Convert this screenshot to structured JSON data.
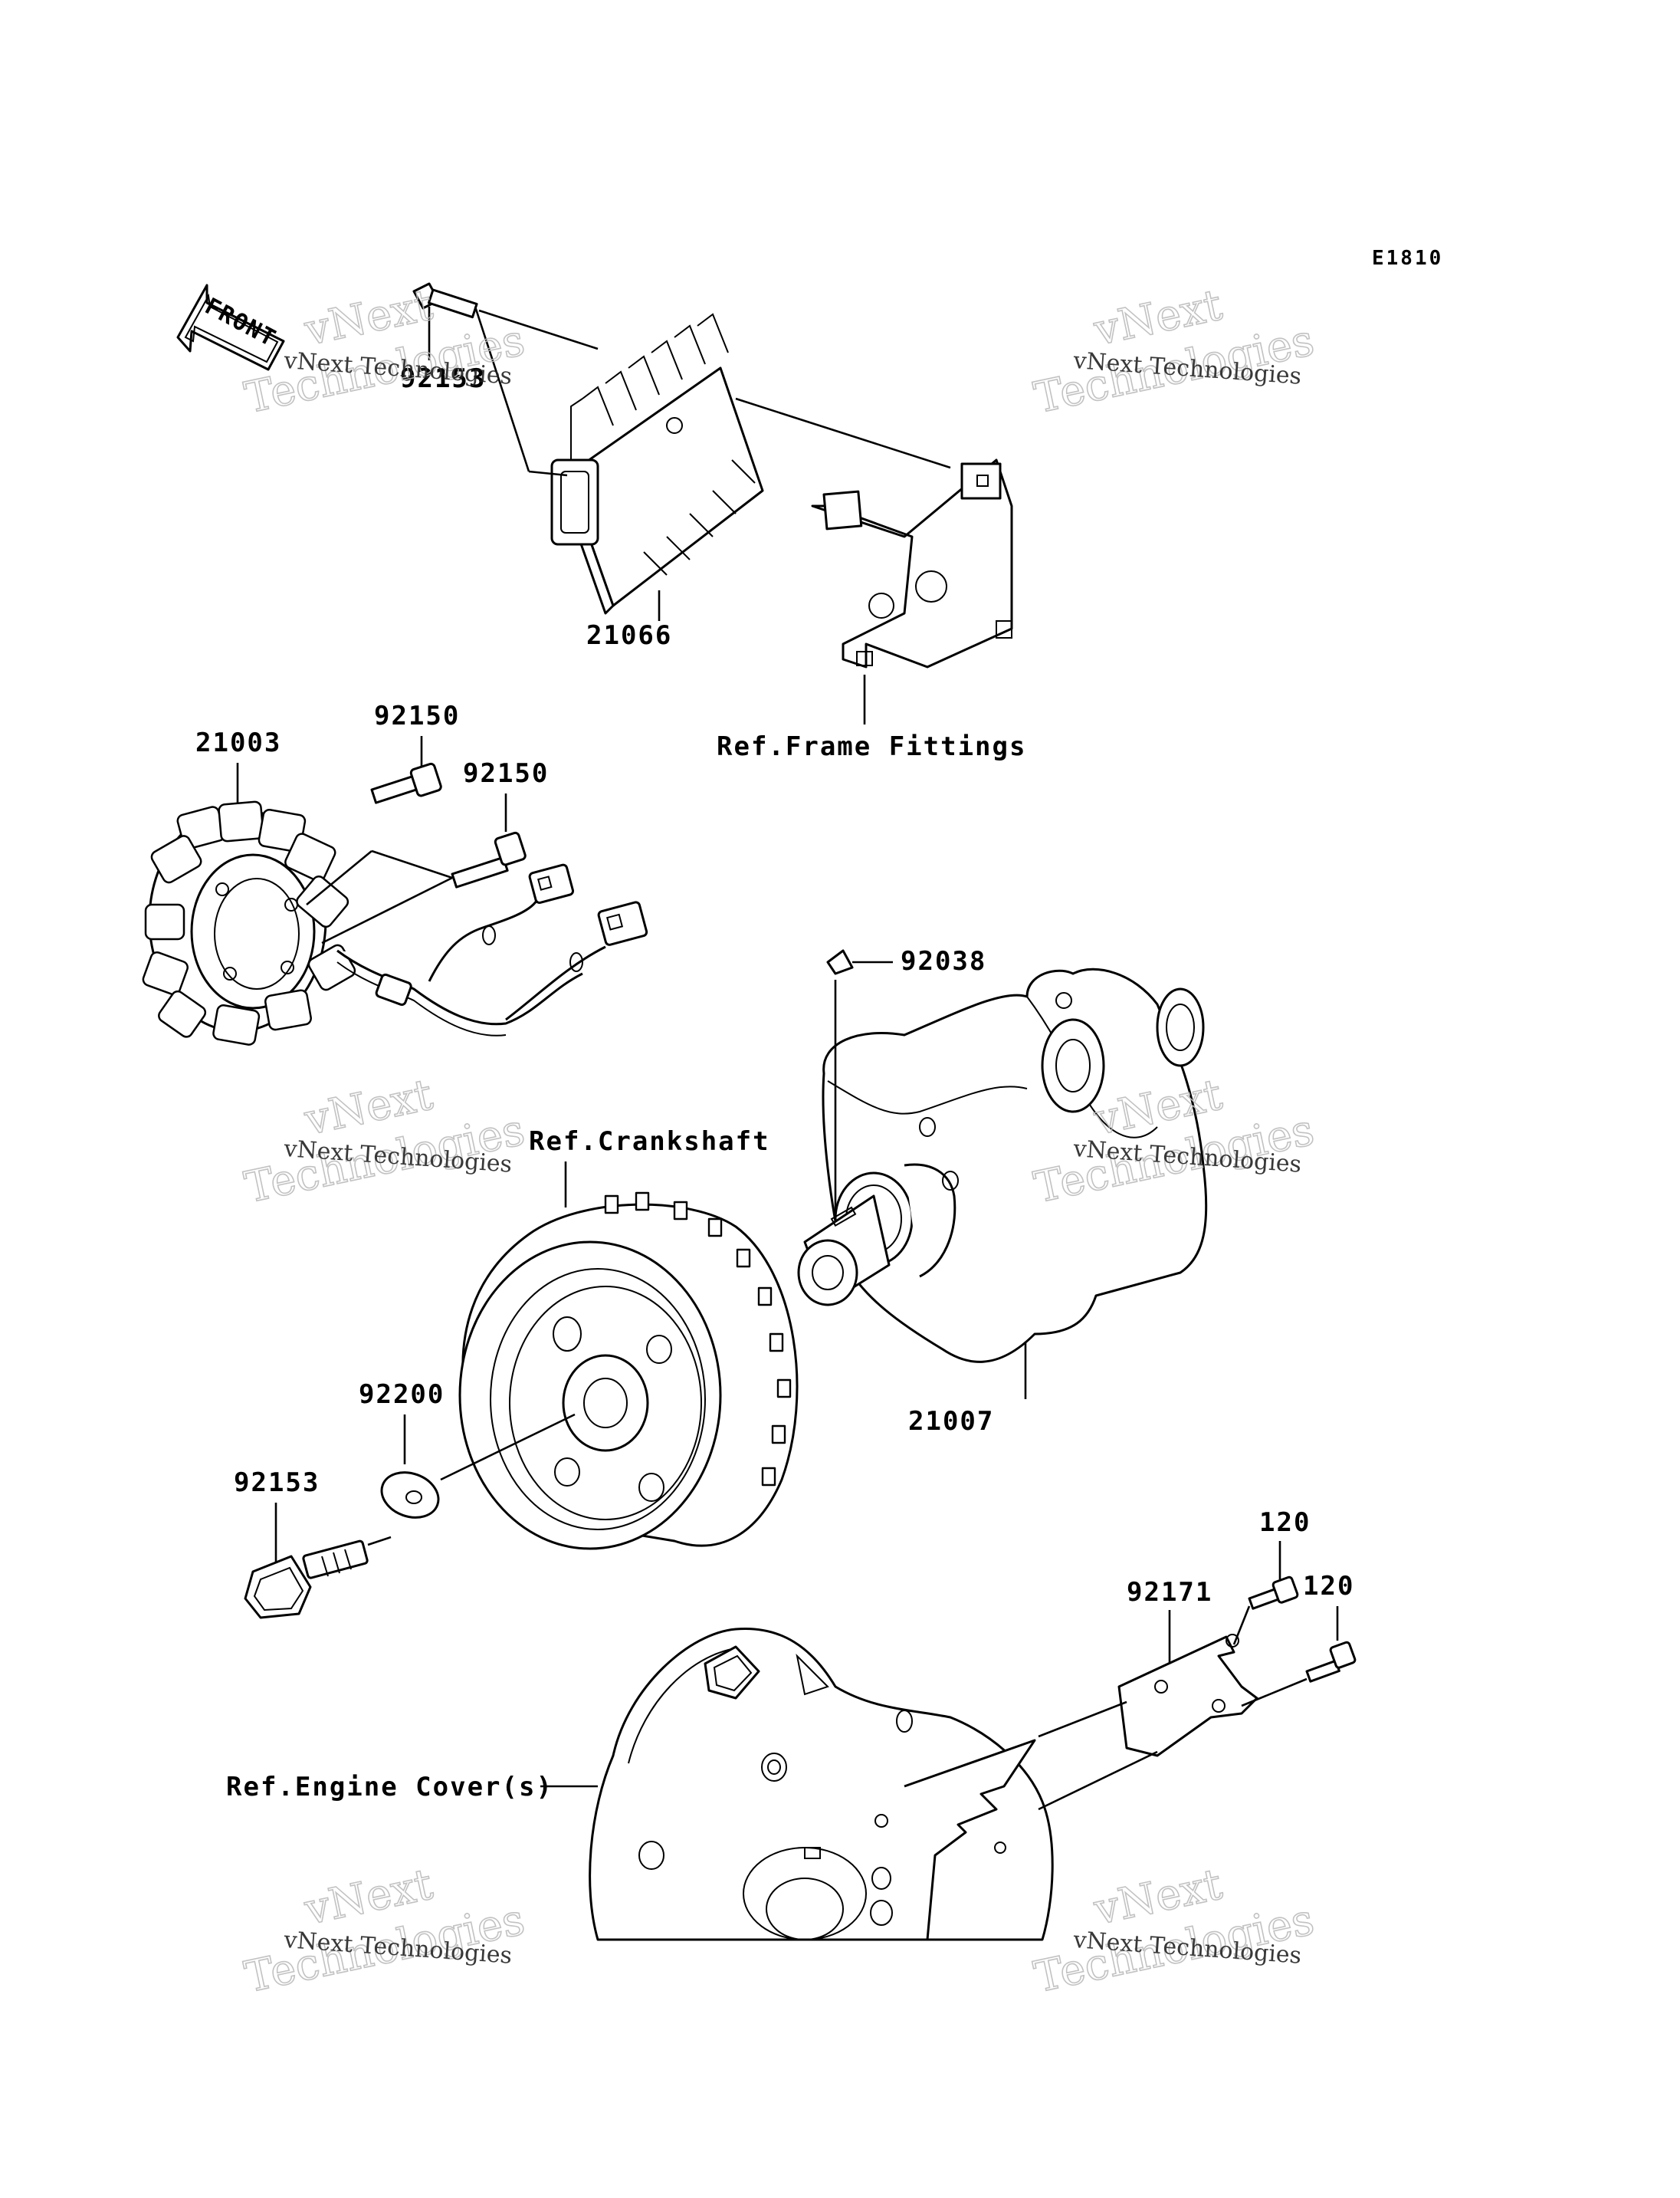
{
  "diagram_code": "E1810",
  "front_arrow": {
    "text": "FRONT",
    "icon": "front-arrow-icon"
  },
  "part_labels": [
    {
      "id": "label-92153-top",
      "text": "92153"
    },
    {
      "id": "label-21066",
      "text": "21066"
    },
    {
      "id": "label-ref-frame",
      "text": "Ref.Frame Fittings"
    },
    {
      "id": "label-21003",
      "text": "21003"
    },
    {
      "id": "label-92150-a",
      "text": "92150"
    },
    {
      "id": "label-92150-b",
      "text": "92150"
    },
    {
      "id": "label-92038",
      "text": "92038"
    },
    {
      "id": "label-21007",
      "text": "21007"
    },
    {
      "id": "label-ref-crankshaft",
      "text": "Ref.Crankshaft"
    },
    {
      "id": "label-92200",
      "text": "92200"
    },
    {
      "id": "label-92153-bottom",
      "text": "92153"
    },
    {
      "id": "label-120-a",
      "text": "120"
    },
    {
      "id": "label-120-b",
      "text": "120"
    },
    {
      "id": "label-92171",
      "text": "92171"
    },
    {
      "id": "label-ref-engine-cover",
      "text": "Ref.Engine Cover(s)"
    }
  ],
  "watermark": {
    "line1": "vNext Technologies",
    "outline_a": "vNext",
    "outline_b": "Technologies"
  }
}
